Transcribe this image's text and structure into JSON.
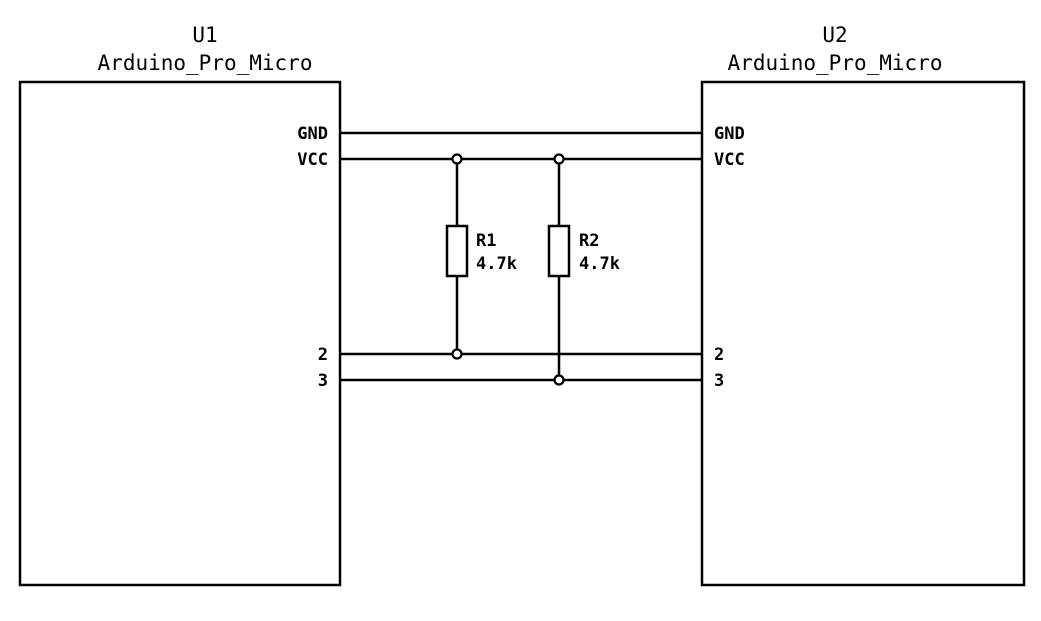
{
  "colors": {
    "ink": "#000000",
    "background": "#ffffff"
  },
  "components": {
    "u1": {
      "reference": "U1",
      "value": "Arduino_Pro_Micro"
    },
    "u2": {
      "reference": "U2",
      "value": "Arduino_Pro_Micro"
    },
    "r1": {
      "reference": "R1",
      "value": "4.7k"
    },
    "r2": {
      "reference": "R2",
      "value": "4.7k"
    }
  },
  "pins": {
    "gnd": "GND",
    "vcc": "VCC",
    "p2": "2",
    "p3": "3"
  }
}
